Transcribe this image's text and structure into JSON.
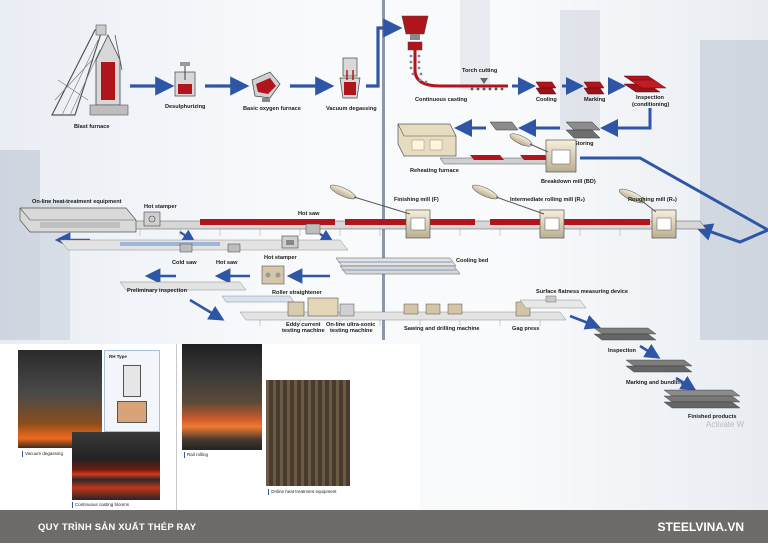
{
  "diagram": {
    "labels": {
      "blast_furnace": "Blast furnace",
      "desulphurizing": "Desulphurizing",
      "basic_oxygen_furnace": "Basic oxygen furnace",
      "vacuum_degassing": "Vacuum degassing",
      "continuous_casting": "Continuous casting",
      "torch_cutting": "Torch cutting",
      "cooling": "Cooling",
      "marking": "Marking",
      "inspection_conditioning_1": "Inspection",
      "inspection_conditioning_2": "(conditioning)",
      "storing": "Storing",
      "reheating_furnace": "Reheating furnace",
      "breakdown_mill": "Breakdown mill (BD)",
      "online_heat_treatment": "On-line heat-treatment equipment",
      "hot_stamper_1": "Hot stamper",
      "hot_saw_1": "Hot saw",
      "finishing_mill": "Finishing mill (F)",
      "intermediate_mill": "Intermediate rolling mill (R₂)",
      "roughing_mill": "Roughing mill (R₁)",
      "cold_saw": "Cold saw",
      "hot_saw_2": "Hot saw",
      "hot_stamper_2": "Hot stamper",
      "cooling_bed": "Cooling bed",
      "preliminary_inspection": "Preliminary inspection",
      "roller_straightener": "Roller straightener",
      "surface_flatness": "Surface flatness measuring device",
      "eddy_current_1": "Eddy current",
      "eddy_current_2": "testing machine",
      "ultrasonic_1": "On-line ultra-sonic",
      "ultrasonic_2": "testing machine",
      "sawing_drilling": "Sawing and drilling machine",
      "gag_press": "Gag press",
      "inspection": "Inspection",
      "marking_bundling": "Marking and bundling",
      "finished_products": "Finished products"
    }
  },
  "photos": {
    "vacuum_degassing_caption": "Vacuum degassing",
    "continuous_casting_caption": "Continuous casting blooms",
    "rail_rolling_caption": "Rail rolling",
    "online_heat_caption": "Online heat treatment equipment",
    "rh_type_label": "RH Type"
  },
  "footer": {
    "title": "QUY TRÌNH SẢN XUẤT THÉP RAY",
    "brand": "STEELVINA.VN"
  },
  "overlay": {
    "watermark": "Activate W"
  },
  "colors": {
    "flow_arrow": "#2f56a6",
    "hot_steel": "#b0151c",
    "footer_bg": "#6e6c69"
  }
}
